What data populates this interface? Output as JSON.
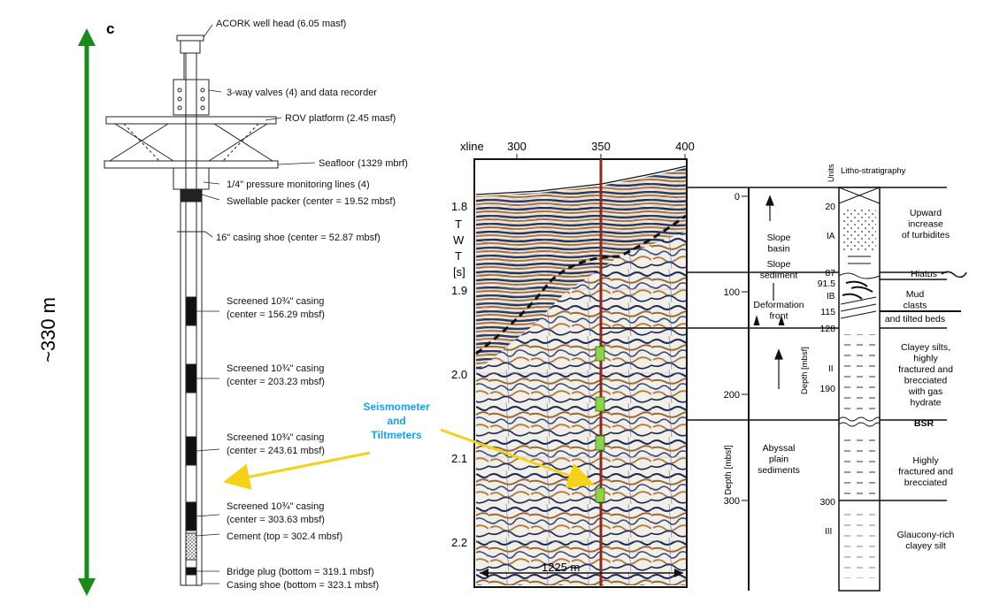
{
  "panel_label": "c",
  "scale_label": "~330 m",
  "well": {
    "callouts": [
      {
        "id": "wellhead",
        "text": "ACORK well head (6.05 masf)"
      },
      {
        "id": "valves",
        "text": "3-way valves (4) and data recorder"
      },
      {
        "id": "rov",
        "text": "ROV platform (2.45 masf)"
      },
      {
        "id": "seafloor",
        "text": "Seafloor (1329 mbrf)"
      },
      {
        "id": "lines",
        "text": "1/4\" pressure monitoring lines (4)"
      },
      {
        "id": "packer",
        "text": "Swellable packer (center = 19.52 mbsf)"
      },
      {
        "id": "shoe16",
        "text": "16\" casing shoe (center = 52.87 mbsf)"
      },
      {
        "id": "screen1a",
        "text": "Screened 10¾\" casing"
      },
      {
        "id": "screen1b",
        "text": "(center = 156.29 mbsf)"
      },
      {
        "id": "screen2a",
        "text": "Screened 10¾\" casing"
      },
      {
        "id": "screen2b",
        "text": "(center = 203.23 mbsf)"
      },
      {
        "id": "screen3a",
        "text": "Screened 10¾\" casing"
      },
      {
        "id": "screen3b",
        "text": "(center = 243.61 mbsf)"
      },
      {
        "id": "screen4a",
        "text": "Screened 10¾\" casing"
      },
      {
        "id": "screen4b",
        "text": "(center = 303.63 mbsf)"
      },
      {
        "id": "cement",
        "text": "Cement (top = 302.4 mbsf)"
      },
      {
        "id": "plug",
        "text": "Bridge plug (bottom = 319.1 mbsf)"
      },
      {
        "id": "shoe",
        "text": "Casing shoe (bottom = 323.1 mbsf)"
      }
    ]
  },
  "seismic_annotation": {
    "line1": "Seismometer",
    "line2": "and",
    "line3": "Tiltmeters",
    "color": "#1e9fe6"
  },
  "seismic": {
    "xline_label": "xline",
    "xline_ticks": [
      "300",
      "350",
      "400"
    ],
    "twt_label": [
      "T",
      "W",
      "T",
      "[s]"
    ],
    "twt_ticks": [
      "1.8",
      "1.9",
      "2.0",
      "2.1",
      "2.2"
    ],
    "width_label": "1225 m",
    "sensor_count": 4
  },
  "depth": {
    "axis_label": "Depth [mbsf]",
    "ticks": [
      "0",
      "100",
      "200",
      "300"
    ],
    "zones": [
      "Slope basin",
      "Slope sediment",
      "Deformation front",
      "Abyssal plain sediments"
    ]
  },
  "litho": {
    "title_units": "Units",
    "title": "Litho-stratigraphy",
    "axis_label": "Depth [mbsf]",
    "depth_ticks": [
      "20",
      "87",
      "91.5",
      "115",
      "128",
      "190",
      "300"
    ],
    "unit_labels": [
      "IA",
      "IB",
      "II",
      "III"
    ],
    "descriptions": [
      "Upward increase of turbidites",
      "Hiatus",
      "Mud clasts",
      "and tilted beds",
      "Clayey silts, highly fractured and brecciated with gas hydrate",
      "BSR",
      "Highly fractured and brecciated",
      "Glaucony-rich clayey silt"
    ]
  },
  "colors": {
    "scale_arrow": "#1a8a1a",
    "red_line": "#8b2a1a",
    "sensor": "#8ed14a",
    "arrow_yellow": "#f5d21a"
  }
}
